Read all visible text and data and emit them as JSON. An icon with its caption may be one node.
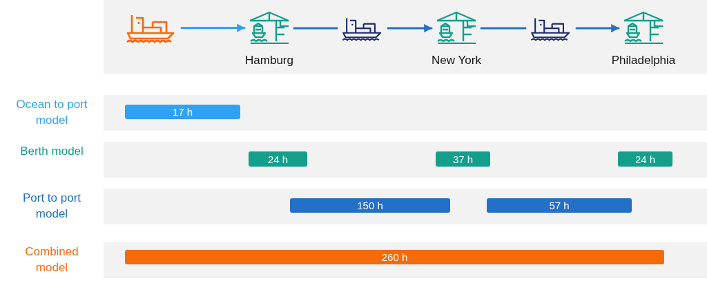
{
  "diagram": {
    "nodes": [
      {
        "text": [],
        "shape": "box"
      },
      {
        "text": [],
        "shape": "picture",
        "in": 0
      },
      {
        "text": [
          "Hamburg"
        ],
        "in": 0
      },
      {
        "text": [],
        "shape": "picture",
        "in": 0
      },
      {
        "text": [
          "New York"
        ],
        "in": 0
      },
      {
        "text": [],
        "shape": "picture",
        "in": 0
      },
      {
        "text": [
          "Philadelphia"
        ],
        "in": 0
      },
      {
        "text": [
          "Ocean to port model"
        ]
      },
      {
        "text": [
          "17 h"
        ],
        "in": 7
      },
      {
        "text": [
          "Berth model"
        ]
      },
      {
        "text": [
          "24 h"
        ],
        "in": 9
      },
      {
        "text": [
          "37 h"
        ],
        "in": 9
      },
      {
        "text": [
          "24 h"
        ],
        "in": 9
      },
      {
        "text": [
          "Port to port model"
        ]
      },
      {
        "text": [
          "150 h"
        ],
        "in": 13
      },
      {
        "text": [
          "57 h"
        ],
        "in": 13
      },
      {
        "text": [
          "Combined model"
        ]
      },
      {
        "text": [
          "260 h"
        ],
        "in": 16
      }
    ],
    "edges": [
      {
        "from": 1,
        "to": 2,
        "arrow": "to",
        "color": "#2ea2f7"
      },
      {
        "from": 2,
        "to": 3,
        "arrow": "none"
      },
      {
        "from": 3,
        "to": 4,
        "arrow": "to"
      },
      {
        "from": 4,
        "to": 5,
        "arrow": "none"
      },
      {
        "from": 5,
        "to": 6,
        "arrow": "to"
      }
    ]
  }
}
